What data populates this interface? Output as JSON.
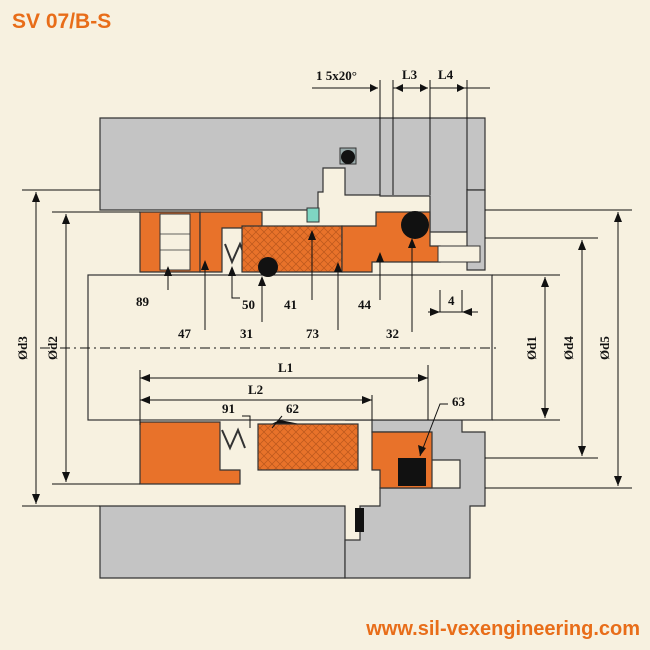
{
  "header": {
    "title": "SV 07/B-S"
  },
  "footer": {
    "website": "www.sil-vexengineering.com"
  },
  "dimensions": {
    "chamfer": "1 5x20°",
    "l3": "L3",
    "l4": "L4",
    "l1": "L1",
    "l2": "L2",
    "d1": "Ød1",
    "d2": "Ød2",
    "d3": "Ød3",
    "d4": "Ød4",
    "d5": "Ød5",
    "four": "4"
  },
  "parts": {
    "p89": "89",
    "p47": "47",
    "p50": "50",
    "p31": "31",
    "p41": "41",
    "p73": "73",
    "p44": "44",
    "p32": "32",
    "p91": "91",
    "p62": "62",
    "p63": "63"
  },
  "colors": {
    "background": "#f7f1e0",
    "accent": "#e86d19",
    "housing": "#c4c4c4",
    "seal_part": "#e8722a"
  }
}
